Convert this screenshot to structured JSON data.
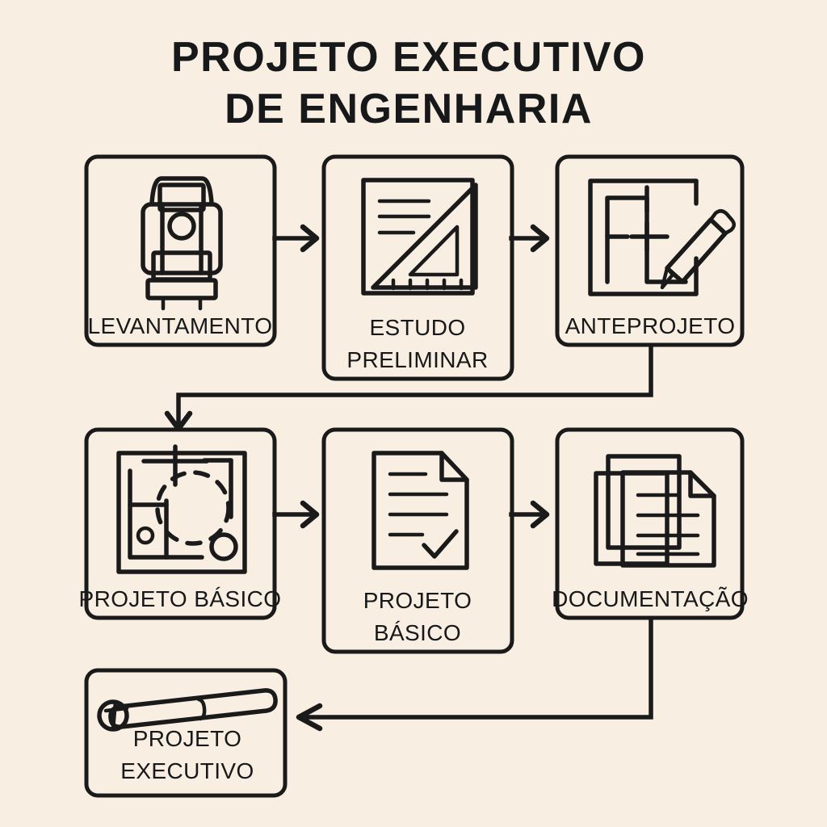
{
  "background_color": "#f8efe2",
  "stroke_color": "#1a1a1a",
  "title": {
    "line1": "PROJETO EXECUTIVO",
    "line2": "DE ENGENHARIA"
  },
  "nodes": [
    {
      "id": "levantamento",
      "icon": "total-station-icon",
      "label_line1": "LEVANTAMENTO",
      "label_line2": ""
    },
    {
      "id": "estudo-preliminar",
      "icon": "document-triangle-ruler-icon",
      "label_line1": "ESTUDO",
      "label_line2": "PRELIMINAR"
    },
    {
      "id": "anteprojeto",
      "icon": "floorplan-pencil-icon",
      "label_line1": "ANTEPROJETO",
      "label_line2": ""
    },
    {
      "id": "projeto-basico-1",
      "icon": "site-plan-icon",
      "label_line1": "PROJETO BÁSICO",
      "label_line2": ""
    },
    {
      "id": "projeto-basico-2",
      "icon": "document-check-icon",
      "label_line1": "PROJETO",
      "label_line2": "BÁSICO"
    },
    {
      "id": "documentacao",
      "icon": "stacked-documents-icon",
      "label_line1": "DOCUMENTAÇÃO",
      "label_line2": ""
    },
    {
      "id": "projeto-executivo",
      "icon": "rolled-blueprint-icon",
      "label_line1": "PROJETO",
      "label_line2": "EXECUTIVO"
    }
  ],
  "connectors": [
    {
      "from": "levantamento",
      "to": "estudo-preliminar",
      "direction": "right"
    },
    {
      "from": "estudo-preliminar",
      "to": "anteprojeto",
      "direction": "right"
    },
    {
      "from": "anteprojeto",
      "to": "projeto-basico-1",
      "direction": "down-left-down"
    },
    {
      "from": "projeto-basico-1",
      "to": "projeto-basico-2",
      "direction": "right"
    },
    {
      "from": "projeto-basico-2",
      "to": "documentacao",
      "direction": "right"
    },
    {
      "from": "documentacao",
      "to": "projeto-executivo",
      "direction": "down-left"
    }
  ]
}
